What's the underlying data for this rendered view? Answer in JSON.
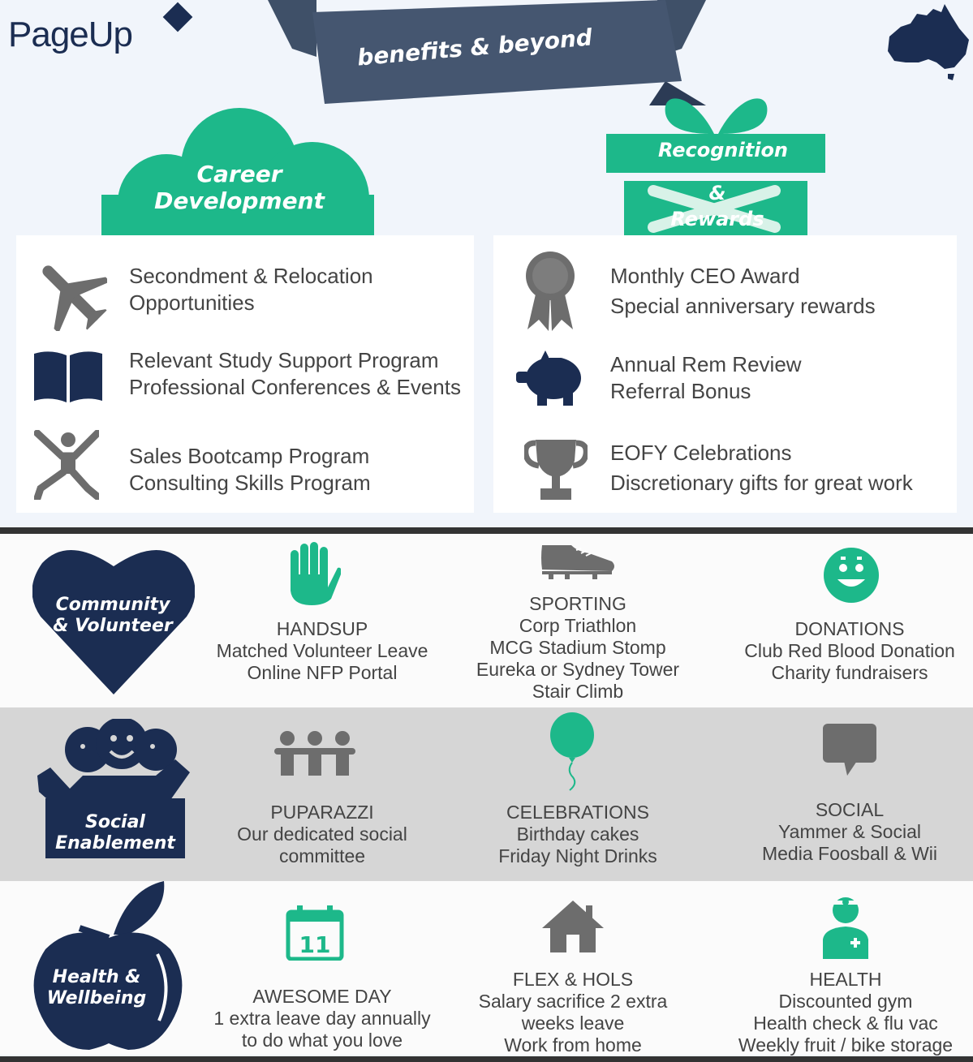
{
  "logo": {
    "text": "PageUp"
  },
  "banner": {
    "text": "benefits & beyond"
  },
  "career": {
    "title_line1": "Career",
    "title_line2": "Development",
    "items": [
      {
        "icon": "airplane-icon",
        "lines": [
          "Secondment & Relocation",
          "Opportunities"
        ]
      },
      {
        "icon": "book-icon",
        "lines": [
          "Relevant Study Support Program",
          "Professional Conferences & Events"
        ]
      },
      {
        "icon": "jumping-person-icon",
        "lines": [
          "Sales Bootcamp Program",
          "Consulting Skills Program"
        ]
      }
    ]
  },
  "recognition": {
    "title_line1": "Recognition",
    "title_line2": "&",
    "title_line3": "Rewards",
    "items": [
      {
        "icon": "award-ribbon-icon",
        "lines": [
          "Monthly CEO Award",
          "Special anniversary rewards"
        ]
      },
      {
        "icon": "piggy-bank-icon",
        "lines": [
          "Annual Rem Review",
          "Referral Bonus"
        ]
      },
      {
        "icon": "trophy-icon",
        "lines": [
          "EOFY Celebrations",
          "Discretionary gifts for great work"
        ]
      }
    ]
  },
  "community": {
    "title_line1": "Community",
    "title_line2": "& Volunteer",
    "cells": [
      {
        "icon": "raised-hand-icon",
        "heading": "HANDSUP",
        "lines": [
          "Matched Volunteer Leave",
          "Online NFP Portal"
        ]
      },
      {
        "icon": "sports-shoe-icon",
        "heading": "SPORTING",
        "lines": [
          "Corp Triathlon",
          "MCG Stadium Stomp",
          "Eureka or Sydney Tower",
          "Stair Climb"
        ]
      },
      {
        "icon": "smiley-face-icon",
        "heading": "DONATIONS",
        "lines": [
          "Club Red Blood Donation",
          "Charity fundraisers"
        ]
      }
    ]
  },
  "social": {
    "title_line1": "Social",
    "title_line2": "Enablement",
    "cells": [
      {
        "icon": "people-group-icon",
        "heading": "PUPARAZZI",
        "lines": [
          "Our dedicated social",
          "committee"
        ]
      },
      {
        "icon": "balloon-icon",
        "heading": "CELEBRATIONS",
        "lines": [
          "Birthday cakes",
          "Friday Night Drinks"
        ]
      },
      {
        "icon": "speech-bubble-icon",
        "heading": "SOCIAL",
        "lines": [
          "Yammer & Social",
          "Media Foosball & Wii"
        ]
      }
    ]
  },
  "health": {
    "title_line1": "Health &",
    "title_line2": "Wellbeing",
    "cells": [
      {
        "icon": "calendar-icon",
        "calendar_day": "11",
        "heading": "AWESOME DAY",
        "lines": [
          "1 extra leave day annually",
          "to do what you love"
        ]
      },
      {
        "icon": "house-icon",
        "heading": "FLEX & HOLS",
        "lines": [
          "Salary sacrifice 2 extra",
          "weeks leave",
          "Work from home"
        ]
      },
      {
        "icon": "doctor-icon",
        "heading": "HEALTH",
        "lines": [
          "Discounted gym",
          "Health check & flu vac",
          "Weekly fruit / bike storage"
        ]
      }
    ]
  },
  "colors": {
    "navy": "#1b2d52",
    "teal": "#1db88a",
    "grey": "#6d6d6d",
    "band_grey": "#d6d6d6",
    "background": "#f1f5fb"
  }
}
